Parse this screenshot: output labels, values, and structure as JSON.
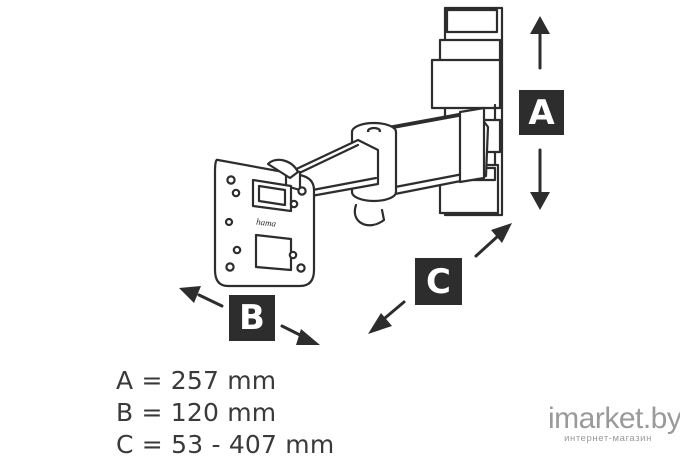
{
  "labels": {
    "a": "A",
    "b": "B",
    "c": "C"
  },
  "dimensions": {
    "a": "A = 257 mm",
    "b": "B = 120 mm",
    "c": "C = 53 - 407 mm"
  },
  "bracket": {
    "plate_text": "hama"
  },
  "watermark": {
    "logo": "imarket.by",
    "subtitle": "интернет-магазин"
  },
  "colors": {
    "line": "#2d2d2d",
    "label_bg": "#2d2d2d",
    "label_fg": "#ffffff",
    "text": "#3a3a3a",
    "watermark": "#9a9a9a"
  }
}
